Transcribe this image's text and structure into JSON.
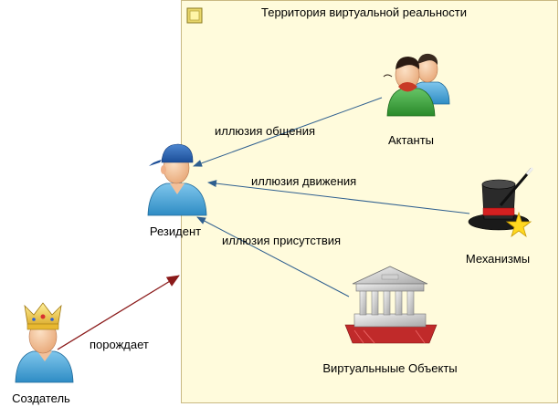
{
  "territory": {
    "title": "Территория виртуальной реальности",
    "fill": "#FFFBDC",
    "border": "#C9B983"
  },
  "actors": {
    "resident": "Резидент",
    "creator": "Создатель",
    "actants": "Актанты",
    "mechanisms": "Механизмы",
    "objects": "Виртуальныые Объекты"
  },
  "relations": {
    "communication": "иллюзия общения",
    "movement": "иллюзия движения",
    "presence": "иллюзия присутствия",
    "generates": "порождает"
  },
  "icons": {
    "resident": "person-blue-cap-icon",
    "creator": "person-crown-icon",
    "actants": "group-people-icon",
    "mechanisms": "magic-top-hat-icon",
    "objects": "classical-building-icon",
    "territory": "package-folder-icon"
  },
  "colors": {
    "arrow_blue": "#2F5F8F",
    "arrow_red": "#8B1A1A"
  }
}
